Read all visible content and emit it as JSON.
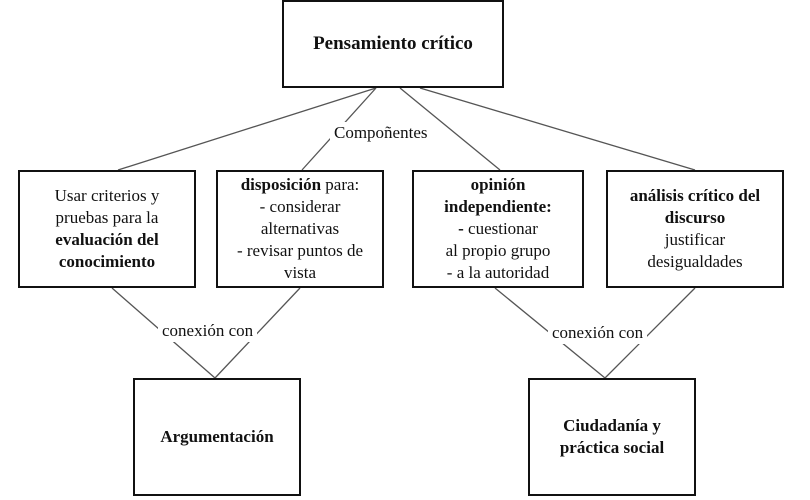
{
  "root": {
    "title": "Pensamiento crítico"
  },
  "components_label": "Compoñentes",
  "components": {
    "c1": {
      "line1": "Usar criterios y",
      "line2": "pruebas para la",
      "line3": "evaluación del",
      "line4": "conocimiento"
    },
    "c2": {
      "bold": "disposición",
      "rest": " para:",
      "line2": "- considerar",
      "line3": "alternativas",
      "line4": "- revisar puntos de",
      "line5": "vista"
    },
    "c3": {
      "line1": "opinión",
      "line2": "independiente:",
      "line3_bold": "-",
      "line3_rest": " cuestionar",
      "line4": "al propio grupo",
      "line5": "-  a la autoridad"
    },
    "c4": {
      "line1": "análisis crítico del",
      "line2": "discurso",
      "line3": "justificar",
      "line4": "desigualdades"
    }
  },
  "connection_labels": {
    "left": "conexión con",
    "right": "conexión con"
  },
  "outcomes": {
    "left": {
      "line1": "Argumentación"
    },
    "right": {
      "line1": "Ciudadanía y",
      "line2": "práctica social"
    }
  }
}
